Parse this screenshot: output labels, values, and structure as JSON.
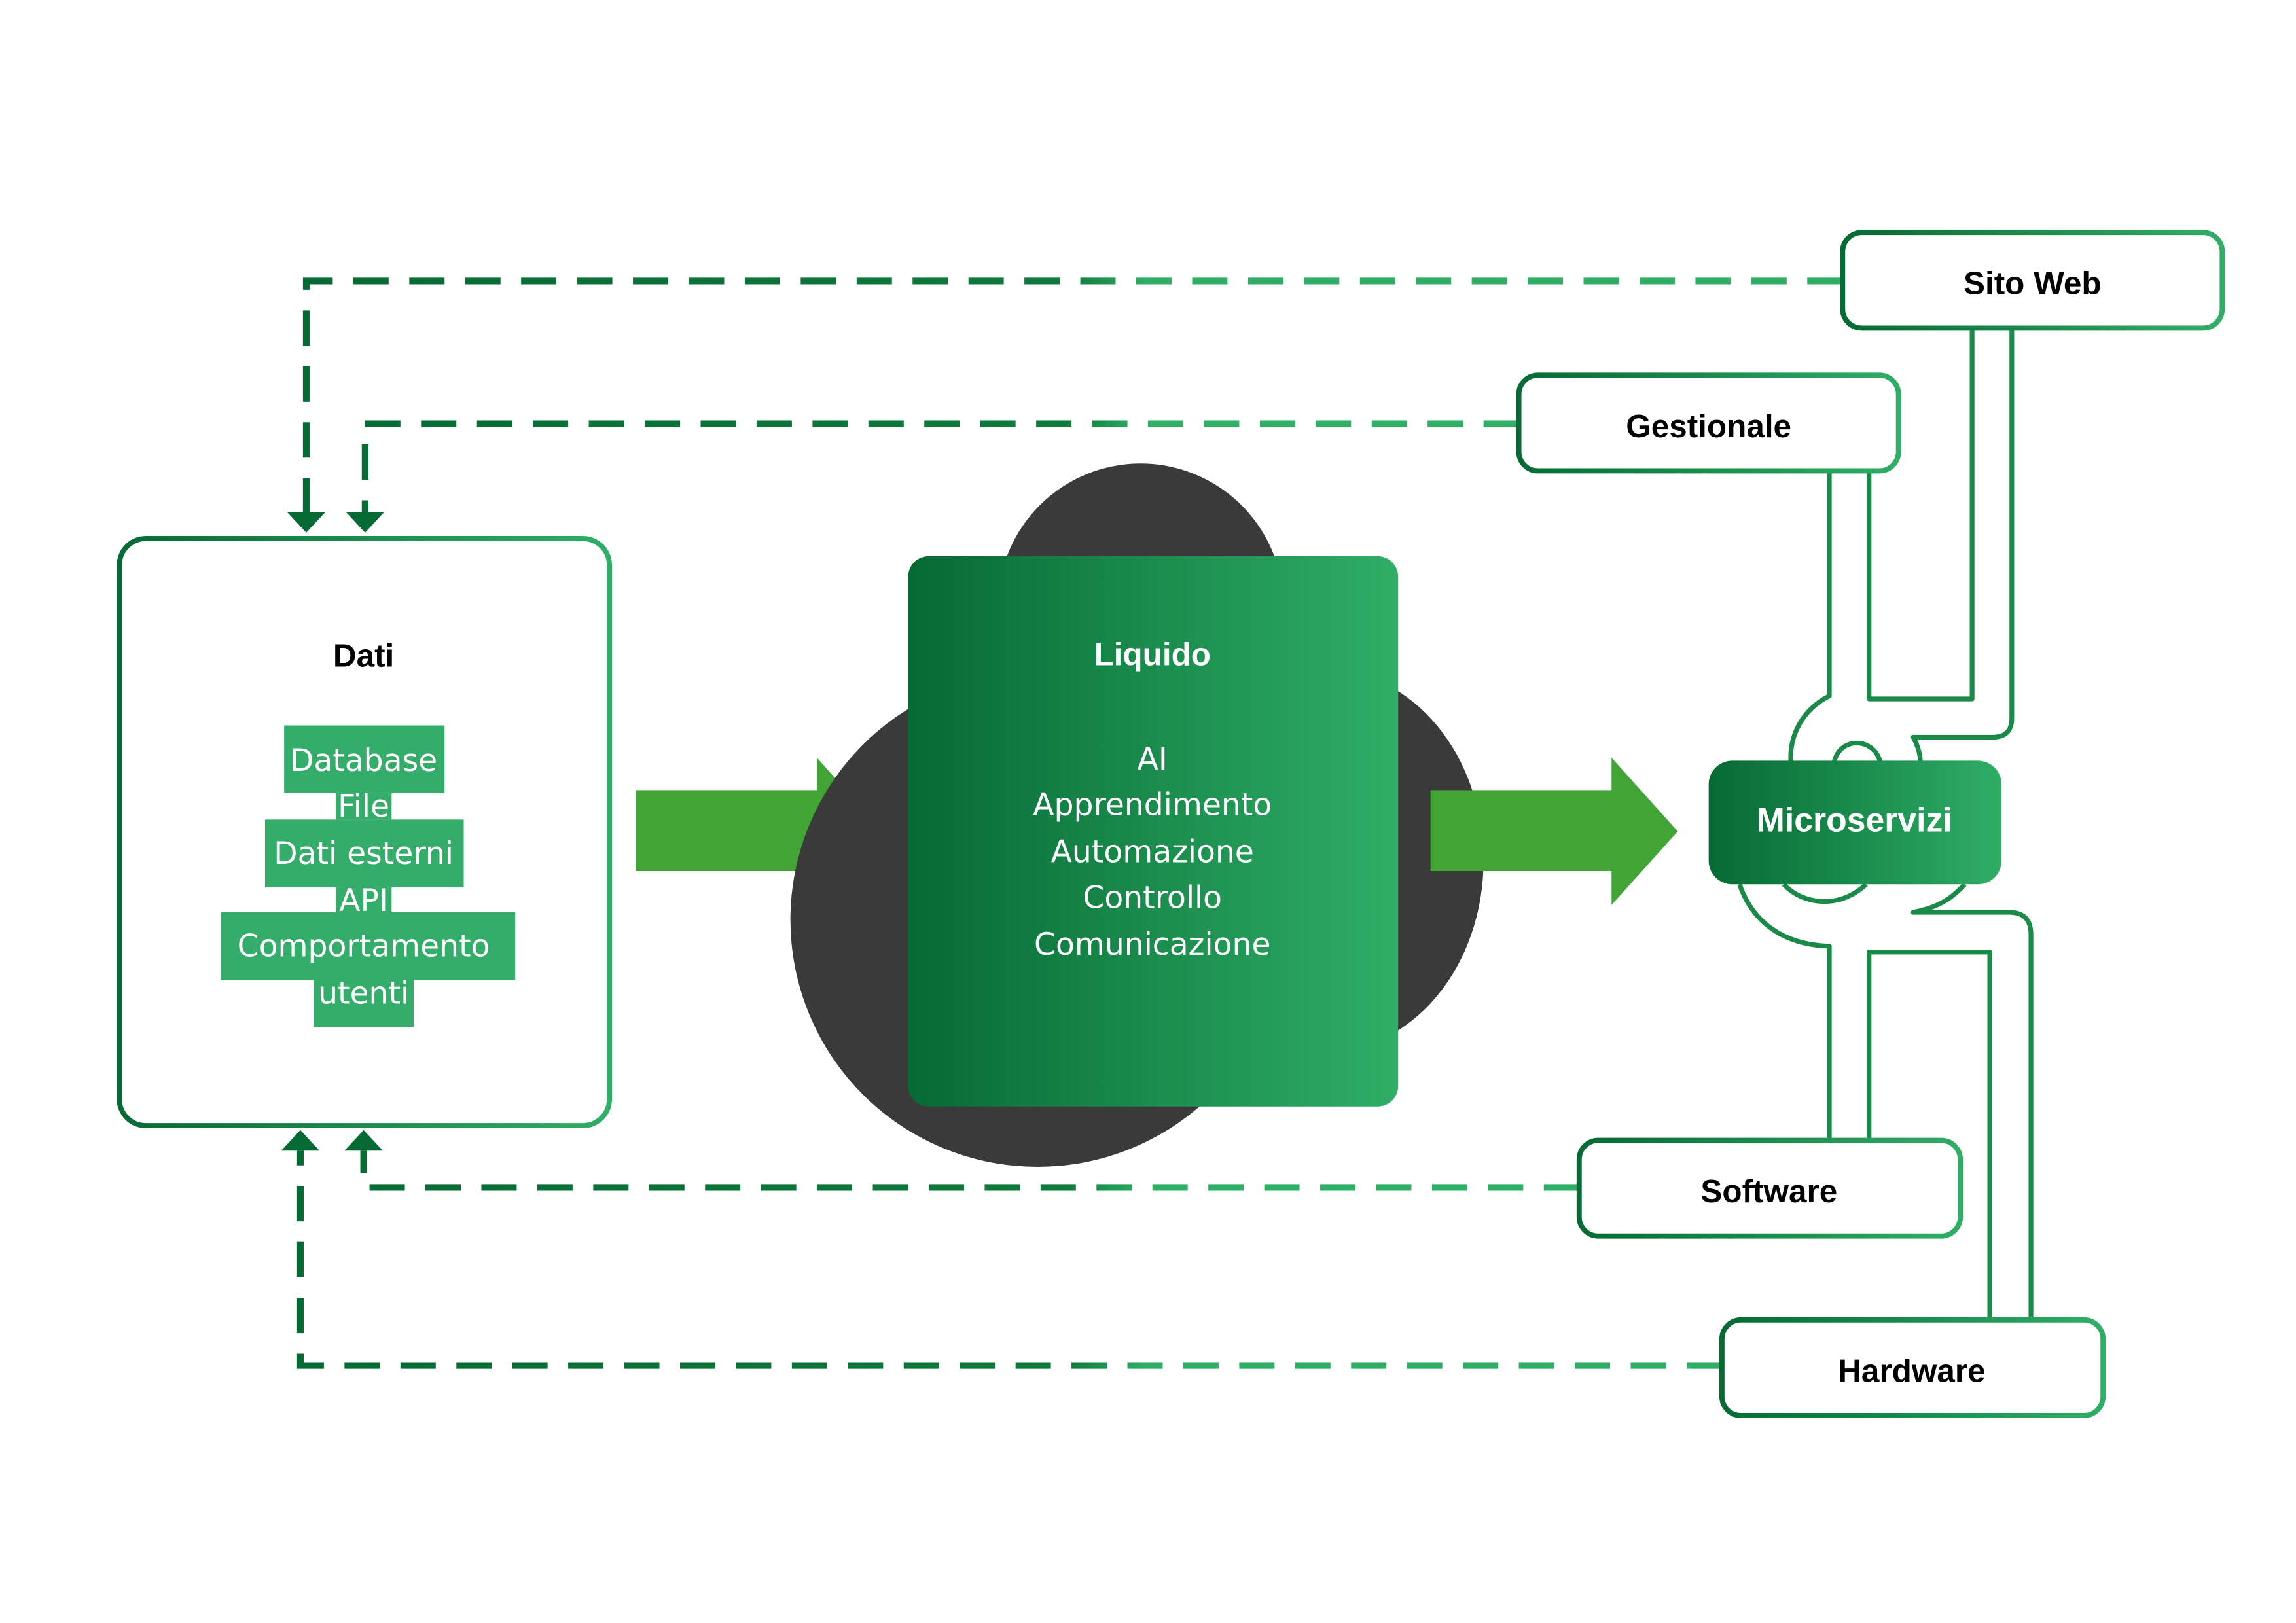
{
  "colors": {
    "dark_green": "#066a34",
    "light_green": "#2fae66",
    "arrow_green": "#41a535",
    "list_bg": "#34ac6a",
    "cloud": "#3a3a3a"
  },
  "dati": {
    "title": "Dati",
    "items": [
      "Database",
      "File",
      "Dati esterni",
      "API",
      "Comportamento",
      "utenti"
    ]
  },
  "liquido": {
    "title": "Liquido",
    "items": [
      "AI",
      "Apprendimento",
      "Automazione",
      "Controllo",
      "Comunicazione"
    ]
  },
  "microservizi": {
    "label": "Microservizi"
  },
  "outputs": {
    "sito_web": "Sito Web",
    "gestionale": "Gestionale",
    "software": "Software",
    "hardware": "Hardware"
  }
}
